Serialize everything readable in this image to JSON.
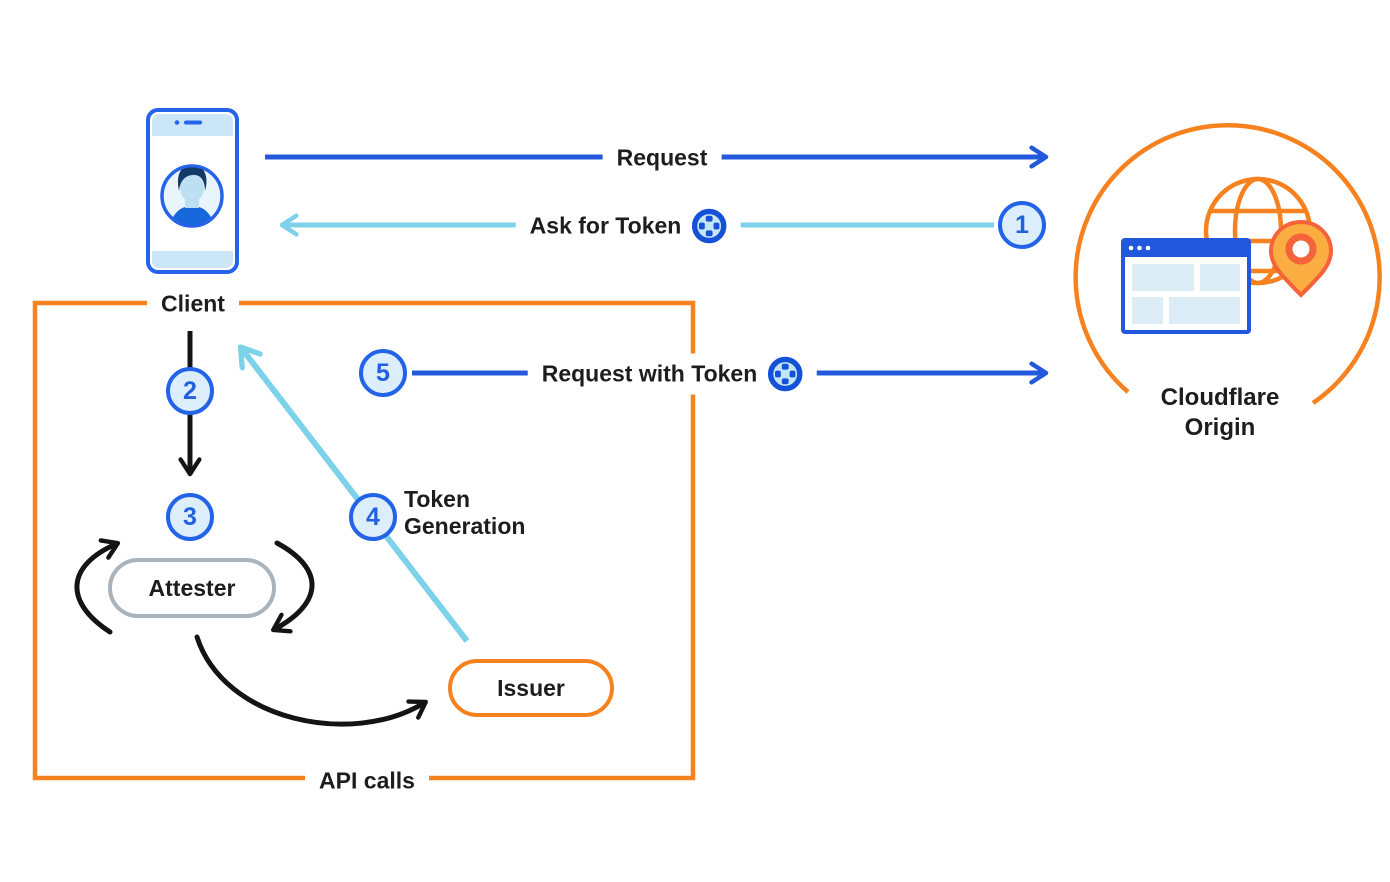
{
  "nodes": {
    "client": {
      "label": "Client"
    },
    "attester": {
      "label": "Attester"
    },
    "issuer": {
      "label": "Issuer"
    },
    "cloudflare_origin": {
      "label_line1": "Cloudflare",
      "label_line2": "Origin"
    }
  },
  "flows": {
    "request": {
      "label": "Request"
    },
    "ask_for_token": {
      "label": "Ask for Token",
      "step": "1"
    },
    "client_to_attester": {
      "step": "2"
    },
    "attestation": {
      "step": "3"
    },
    "token_generation": {
      "label_line1": "Token",
      "label_line2": "Generation",
      "step": "4"
    },
    "request_with_token": {
      "label": "Request with Token",
      "step": "5"
    },
    "api_calls": {
      "label": "API calls"
    }
  },
  "icons": {
    "token": "privacy-pass-token-icon",
    "client_device": "smartphone-with-user-avatar-icon",
    "origin": "globe-browser-window-location-pin-icon"
  },
  "colors": {
    "arrow_blue": "#2459DB",
    "arrow_cyan": "#7DD2E9",
    "cloudflare_orange": "#F6821F",
    "badge_fill": "#DCEDFB",
    "badge_border": "#2263E8",
    "attester_gray": "#A9B3BB",
    "black_arrow": "#141414",
    "text_black": "#1D1D1F",
    "pin_fill": "#FBAD41",
    "pin_stroke": "#F4633A",
    "panel_light_blue": "#DCEDF8",
    "browser_blue": "#2158DD"
  }
}
